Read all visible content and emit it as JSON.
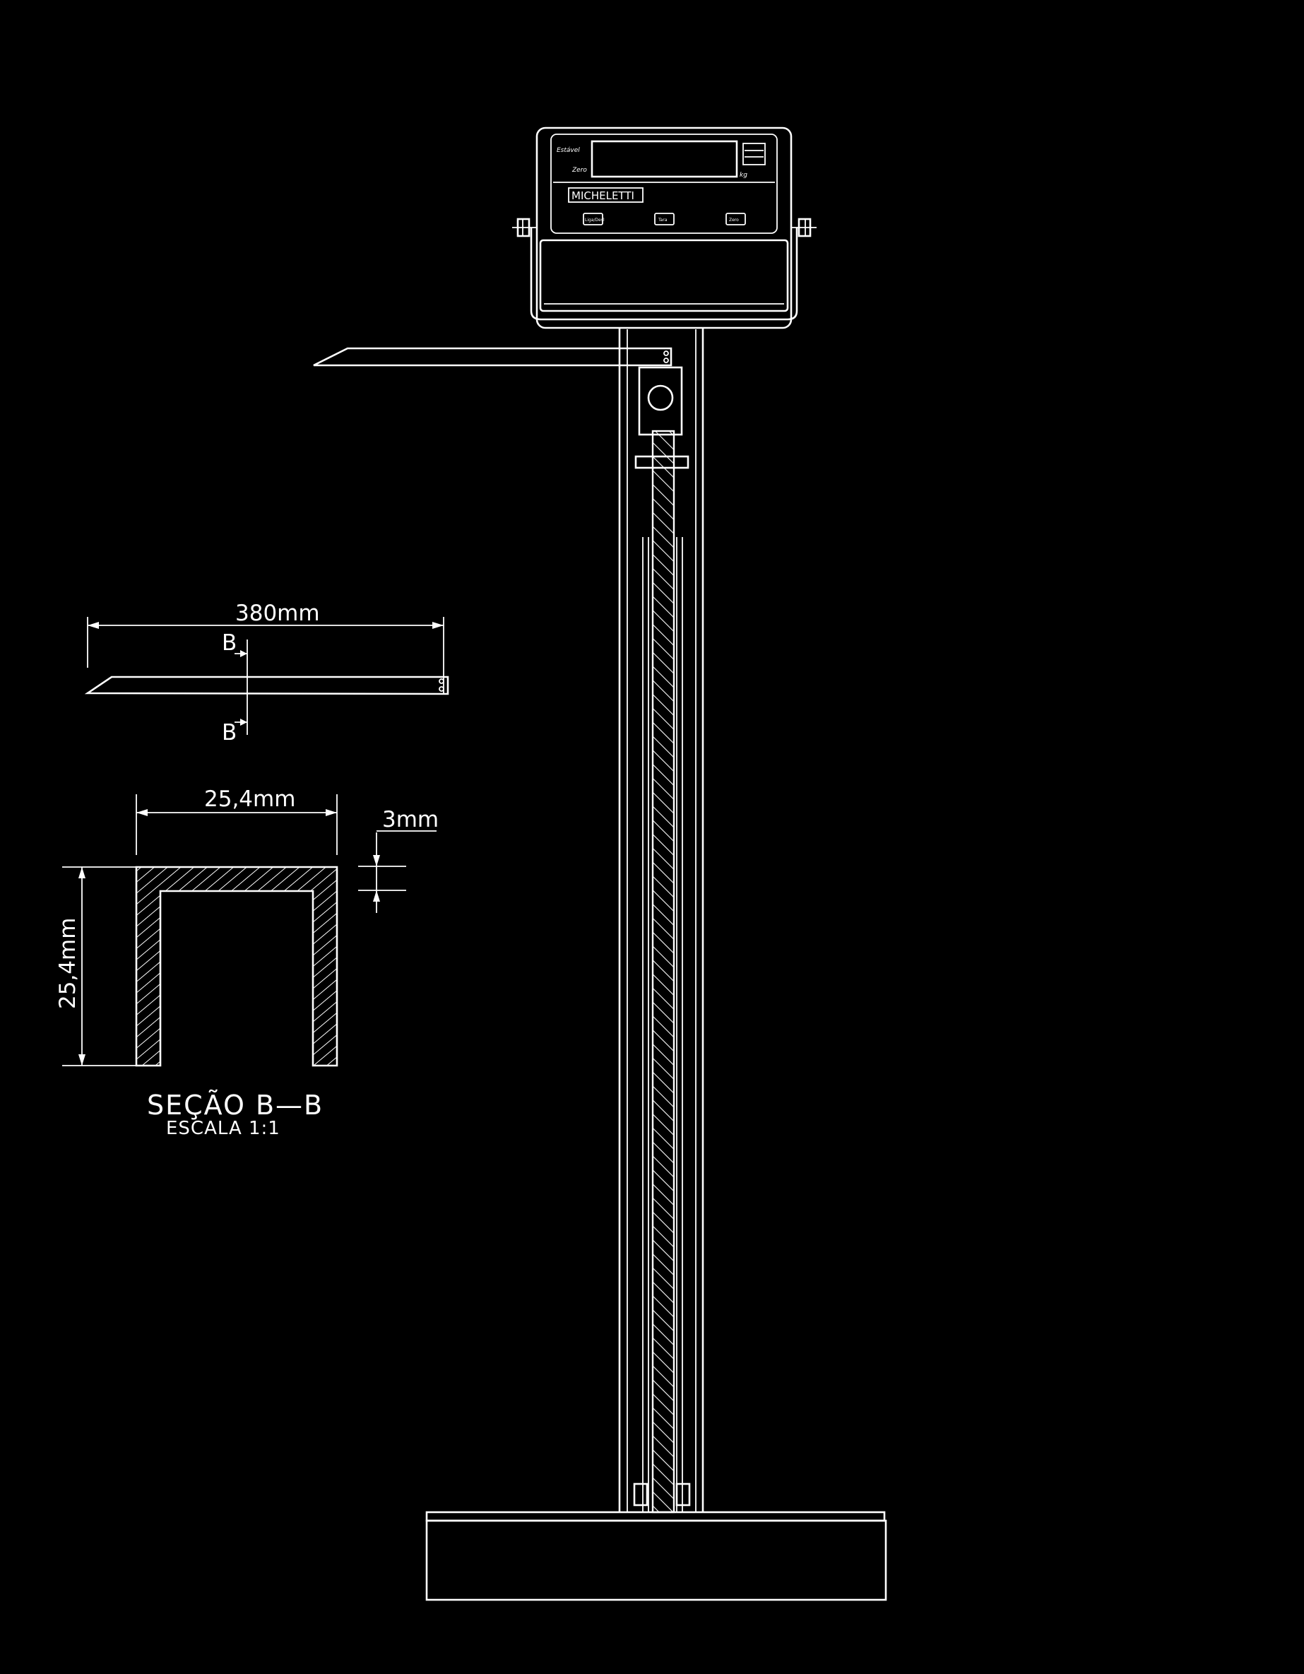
{
  "drawing": {
    "background": "#000000",
    "line_color": "#ffffff"
  },
  "indicator": {
    "brand": "MICHELETTI",
    "label_top": "Estável",
    "label_bottom": "Zero",
    "unit": "kg",
    "buttons": [
      "Liga/Desl",
      "Tara",
      "Zero"
    ]
  },
  "arm_detail": {
    "length_label": "380mm",
    "section_mark_top": "B",
    "section_mark_bottom": "B"
  },
  "section": {
    "width_label": "25,4mm",
    "height_label": "25,4mm",
    "thickness_label": "3mm",
    "title": "SEÇÃO B—B",
    "scale": "ESCALA 1:1"
  }
}
